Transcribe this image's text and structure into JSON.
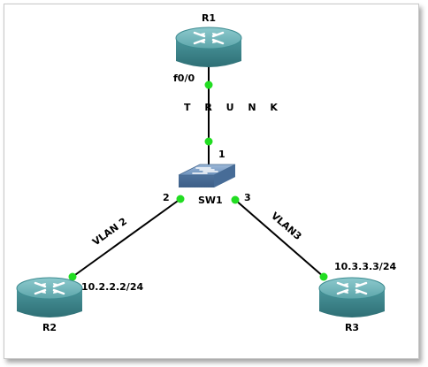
{
  "devices": {
    "r1": {
      "name": "R1"
    },
    "r2": {
      "name": "R2"
    },
    "r3": {
      "name": "R3"
    },
    "sw1": {
      "name": "SW1"
    }
  },
  "links": {
    "r1_sw1": {
      "label": "T R U N K",
      "r1_port": "f0/0",
      "sw_port": "1"
    },
    "sw1_r2": {
      "label": "VLAN 2",
      "sw_port": "2",
      "ip": "10.2.2.2/24"
    },
    "sw1_r3": {
      "label": "VLAN3",
      "sw_port": "3",
      "ip": "10.3.3.3/24"
    }
  },
  "colors": {
    "router_body": "#3f8e95",
    "router_top": "#6fb3b8",
    "link_dot": "#22dd22",
    "switch_body": "#5e84b0"
  }
}
